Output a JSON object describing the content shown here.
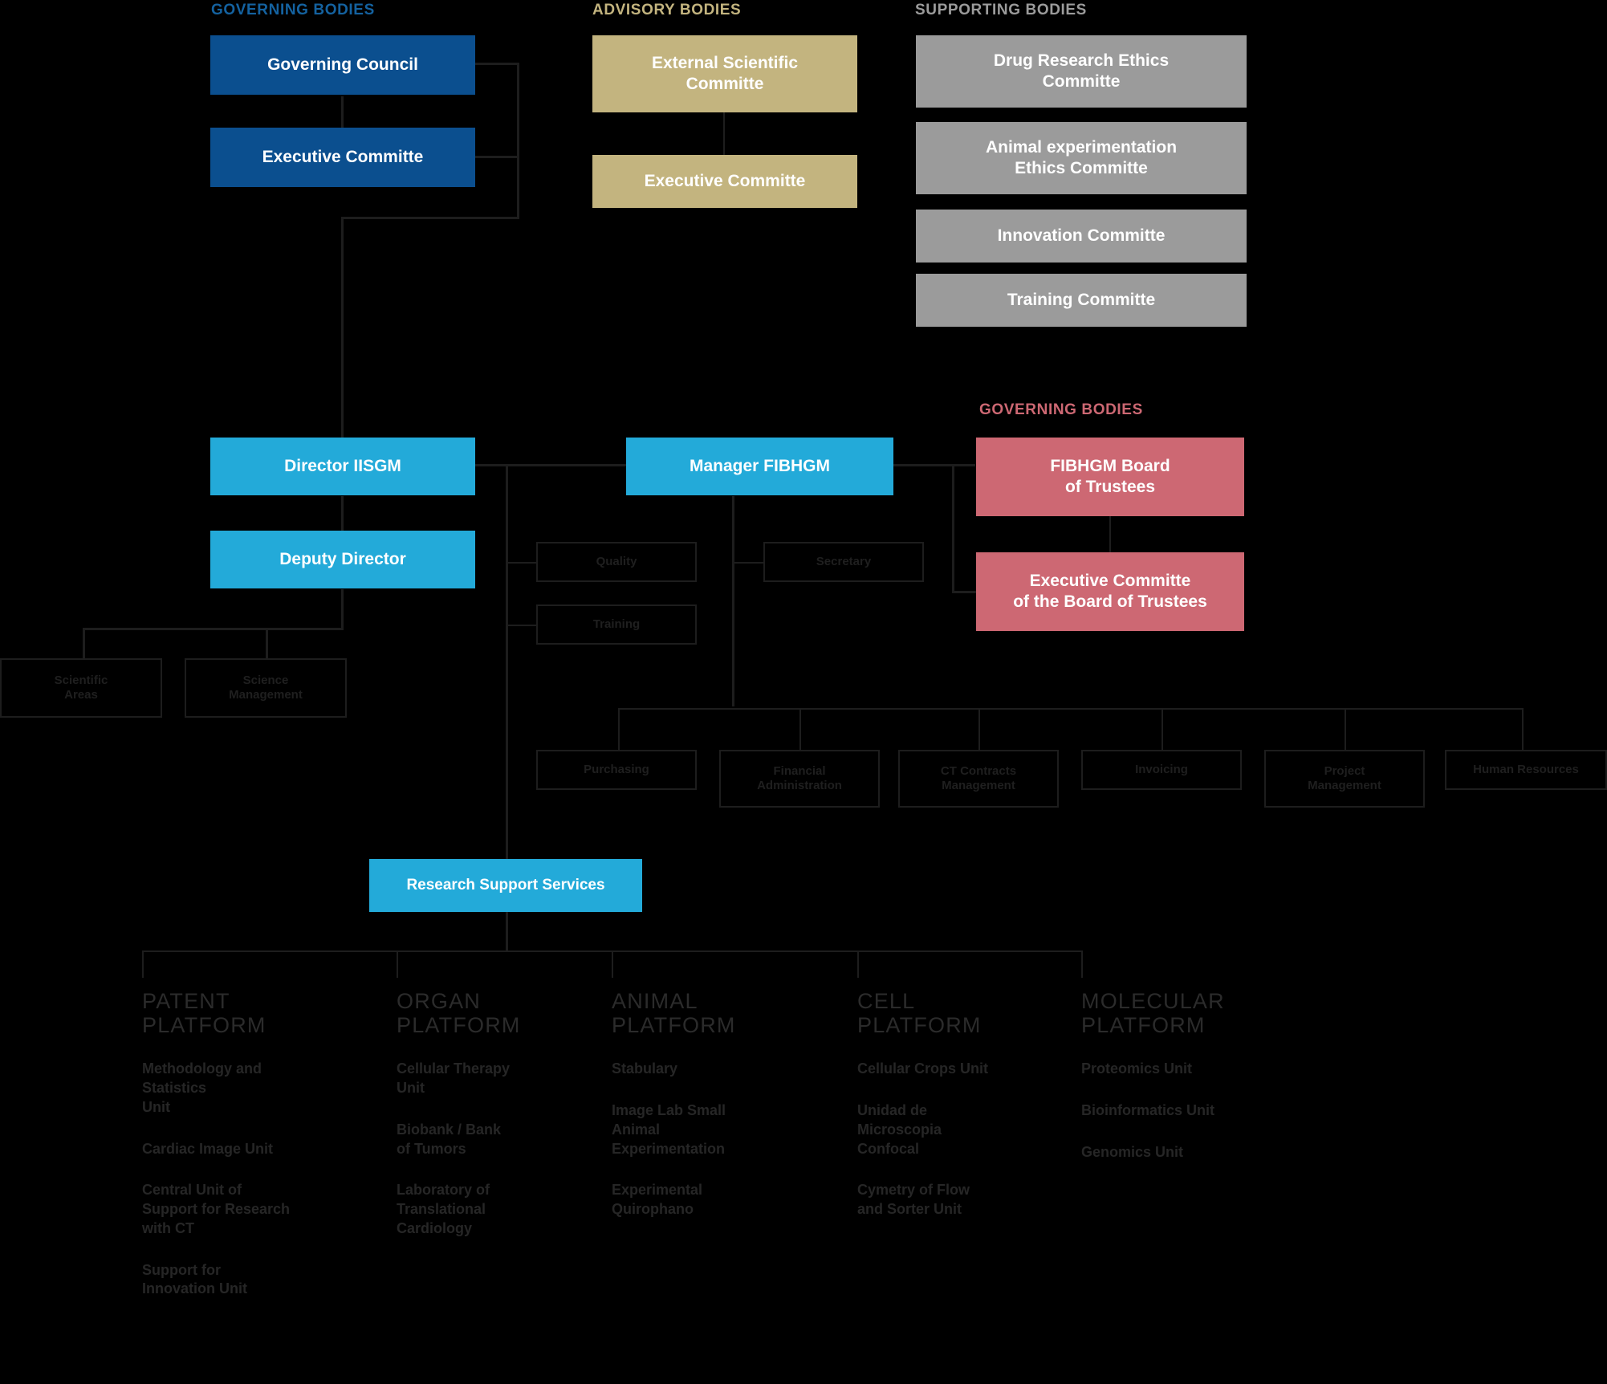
{
  "sections": {
    "governing_bodies": "GOVERNING BODIES",
    "advisory_bodies": "ADVISORY BODIES",
    "supporting_bodies": "SUPPORTING BODIES",
    "governing_bodies_fibhgm": "GOVERNING BODIES"
  },
  "colors": {
    "governing_blue": "#0b4f8f",
    "advisory_khaki": "#c3b47f",
    "supporting_grey": "#9b9b9b",
    "cyan": "#23aad9",
    "pink": "#cd6873",
    "background": "#000000",
    "line": "#1d1d1d"
  },
  "governing": {
    "council": "Governing Council",
    "executive": "Executive Committe"
  },
  "advisory": {
    "external_scientific": "External Scientific\nCommitte",
    "executive": "Executive Committe"
  },
  "supporting": {
    "drug_research": "Drug Research Ethics\nCommitte",
    "animal_experimentation": "Animal experimentation\nEthics Committe",
    "innovation": "Innovation Committe",
    "training": "Training Committe"
  },
  "management": {
    "director": "Director IISGM",
    "deputy_director": "Deputy Director",
    "manager": "Manager FIBHGM",
    "research_support_services": "Research Support Services"
  },
  "fibhgm": {
    "board_of_trustees": "FIBHGM Board\nof Trustees",
    "executive_committe_board": "Executive Committe\nof the Board of Trustees"
  },
  "science_units": {
    "scientific_areas": "Scientific\nAreas",
    "science_management": "Science\nManagement"
  },
  "support_units": {
    "quality": "Quality",
    "training": "Training",
    "secretary": "Secretary"
  },
  "admin_units": [
    {
      "label": "Purchasing"
    },
    {
      "label": "Financial\nAdministration"
    },
    {
      "label": "CT Contracts\nManagement"
    },
    {
      "label": "Invoicing"
    },
    {
      "label": "Project\nManagement"
    },
    {
      "label": "Human Resources"
    }
  ],
  "platforms": [
    {
      "title": "PATENT\nPLATFORM",
      "units": [
        "Methodology and\nStatistics\nUnit",
        "Cardiac Image Unit",
        "Central Unit of\nSupport for Research\nwith CT",
        "Support for\nInnovation Unit"
      ]
    },
    {
      "title": "ORGAN\nPLATFORM",
      "units": [
        "Cellular Therapy\nUnit",
        "Biobank / Bank\nof Tumors",
        "Laboratory of\nTranslational\nCardiology"
      ]
    },
    {
      "title": "ANIMAL\nPLATFORM",
      "units": [
        "Stabulary",
        "Image Lab Small\nAnimal\nExperimentation",
        "Experimental\nQuirophano"
      ]
    },
    {
      "title": "CELL\nPLATFORM",
      "units": [
        "Cellular Crops Unit",
        "Unidad de\nMicroscopia\nConfocal",
        "Cymetry of Flow\nand Sorter Unit"
      ]
    },
    {
      "title": "MOLECULAR\nPLATFORM",
      "units": [
        "Proteomics Unit",
        "Bioinformatics Unit",
        "Genomics Unit"
      ]
    }
  ]
}
